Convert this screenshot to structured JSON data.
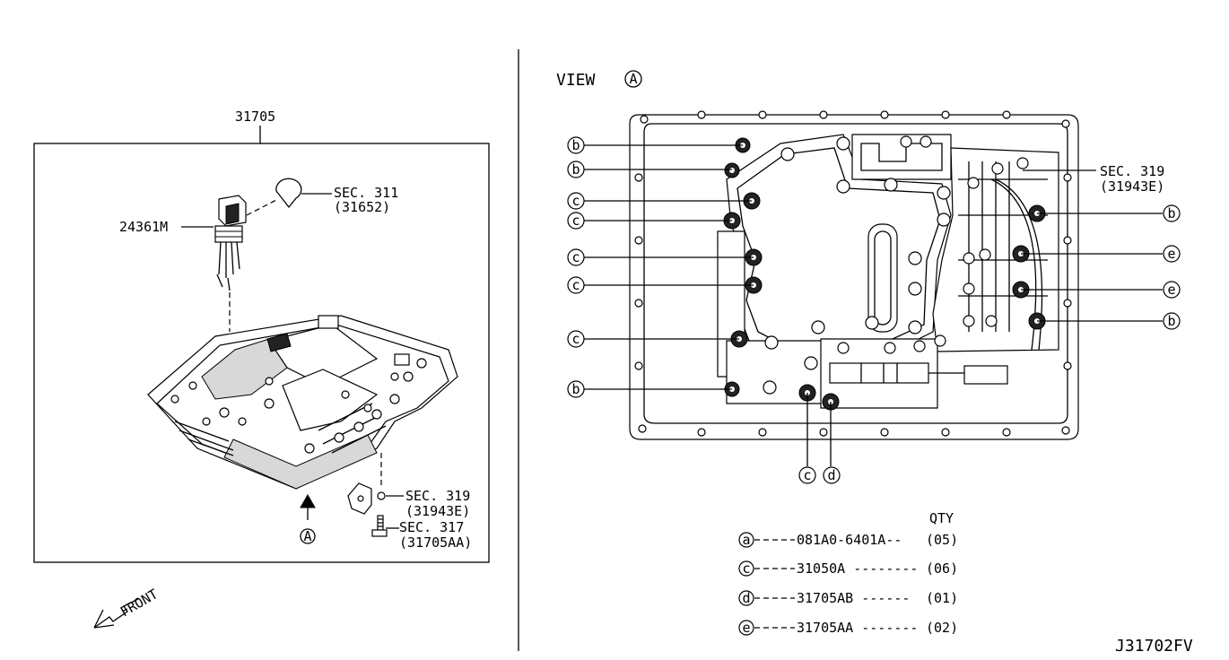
{
  "left_panel": {
    "part_number": "31705",
    "sec311_line1": "SEC. 311",
    "sec311_line2": "(31652)",
    "sensor_part": "24361M",
    "sec319_line1": "SEC. 319",
    "sec319_line2": "(31943E)",
    "sec317_line1": "SEC. 317",
    "sec317_line2": "(31705AA)",
    "view_marker": "A",
    "front_label": "FRONT"
  },
  "right_panel": {
    "view_title": "VIEW",
    "view_marker": "A",
    "sec319_line1": "SEC. 319",
    "sec319_line2": "(31943E)",
    "callouts_left": [
      "b",
      "b",
      "c",
      "c",
      "c",
      "c",
      "c",
      "b"
    ],
    "callouts_right": [
      "b",
      "e",
      "e",
      "b"
    ],
    "callouts_bottom": [
      "c",
      "d"
    ]
  },
  "legend": {
    "qty_header": "QTY",
    "rows": [
      {
        "key": "a",
        "part": "081A0-6401A--",
        "qty": "(05)"
      },
      {
        "key": "c",
        "part": "31050A --------",
        "qty": "(06)"
      },
      {
        "key": "d",
        "part": "31705AB ------",
        "qty": "(01)"
      },
      {
        "key": "e",
        "part": "31705AA -------",
        "qty": "(02)"
      }
    ]
  },
  "diagram_code": "J31702FV"
}
